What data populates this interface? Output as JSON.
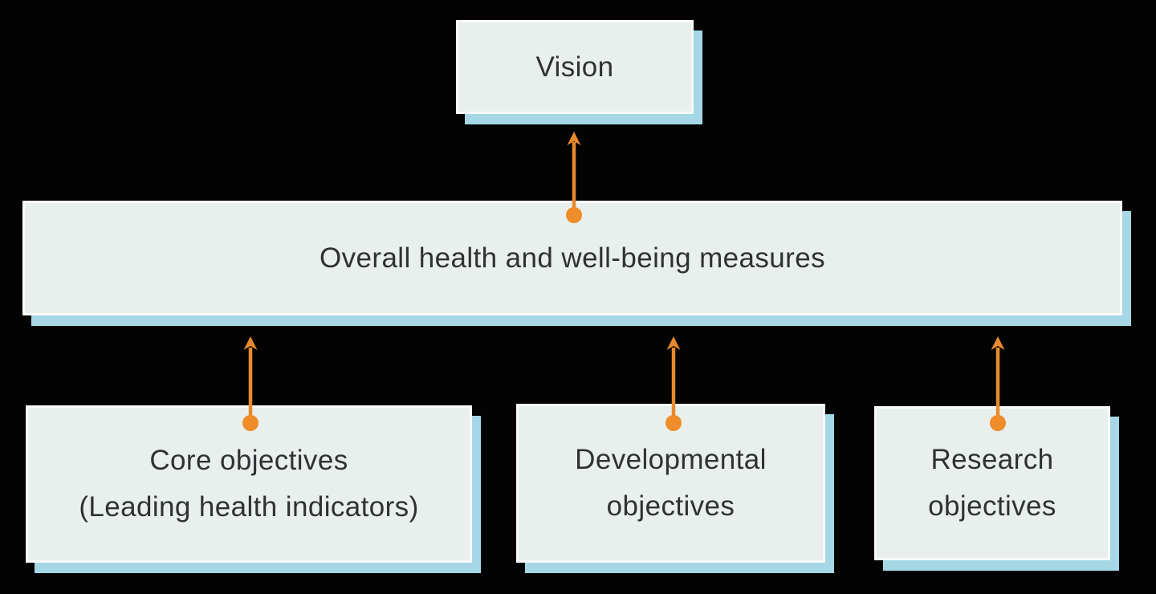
{
  "colors": {
    "background": "#030303",
    "box_fill": "#e9efec",
    "box_shadow": "#a5d7e6",
    "arrow": "#e8892d",
    "arrow_dot": "#ef8d2b",
    "text": "#2e3234"
  },
  "diagram": {
    "type": "flowchart",
    "direction": "bottom-up",
    "nodes": [
      {
        "id": "vision",
        "label": "Vision"
      },
      {
        "id": "measures",
        "label": "Overall health and well-being measures"
      },
      {
        "id": "core",
        "label": "Core objectives (Leading health indicators)",
        "lines": [
          "Core objectives",
          "(Leading health indicators)"
        ]
      },
      {
        "id": "developmental",
        "label": "Developmental objectives",
        "lines": [
          "Developmental",
          "objectives"
        ]
      },
      {
        "id": "research",
        "label": "Research objectives",
        "lines": [
          "Research",
          "objectives"
        ]
      }
    ],
    "edges": [
      {
        "from": "measures",
        "to": "vision"
      },
      {
        "from": "core",
        "to": "measures"
      },
      {
        "from": "developmental",
        "to": "measures"
      },
      {
        "from": "research",
        "to": "measures"
      }
    ]
  }
}
